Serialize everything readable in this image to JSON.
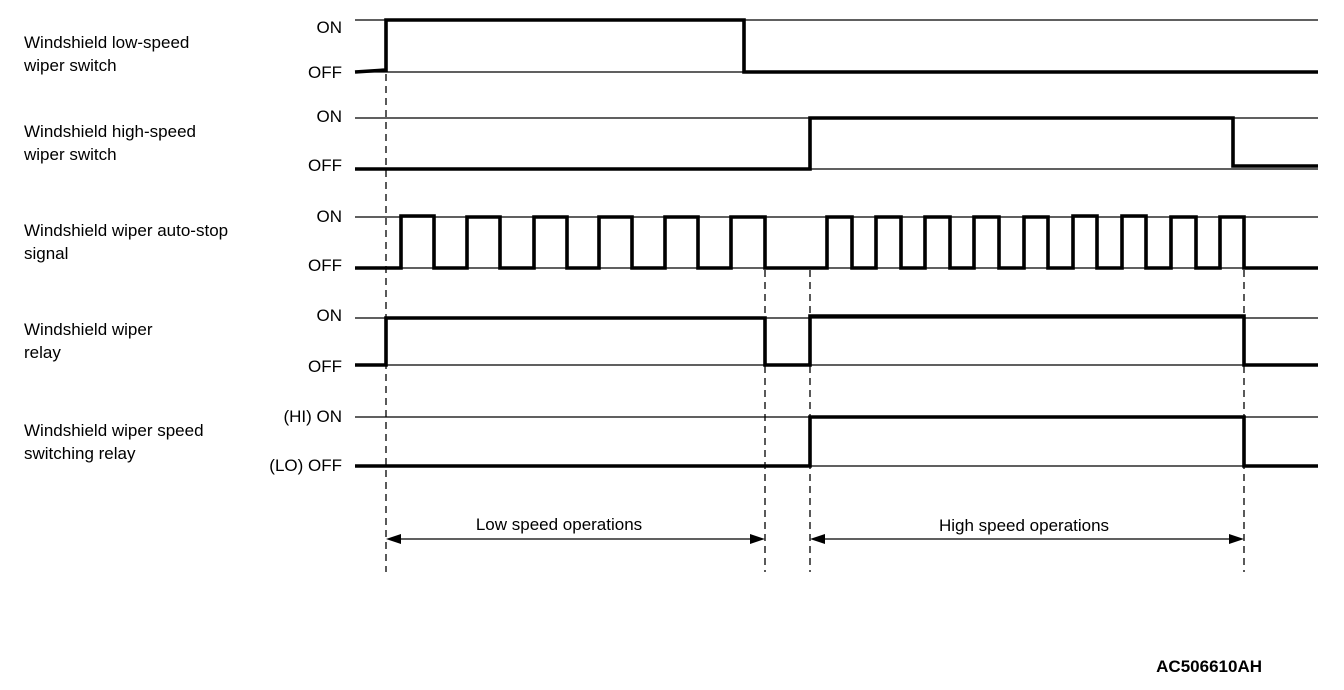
{
  "signals": [
    {
      "label_lines": [
        "Windshield low-speed",
        "wiper switch"
      ],
      "on_label": "ON",
      "off_label": "OFF"
    },
    {
      "label_lines": [
        "Windshield high-speed",
        "wiper switch"
      ],
      "on_label": "ON",
      "off_label": "OFF"
    },
    {
      "label_lines": [
        "Windshield wiper auto-stop",
        "signal"
      ],
      "on_label": "ON",
      "off_label": "OFF"
    },
    {
      "label_lines": [
        "Windshield wiper",
        "relay"
      ],
      "on_label": "ON",
      "off_label": "OFF"
    },
    {
      "label_lines": [
        "Windshield wiper speed",
        "switching relay"
      ],
      "on_label": "(HI) ON",
      "off_label": "(LO) OFF"
    }
  ],
  "operations": {
    "low": "Low speed operations",
    "high": "High speed operations"
  },
  "figure_id": "AC506610AH"
}
